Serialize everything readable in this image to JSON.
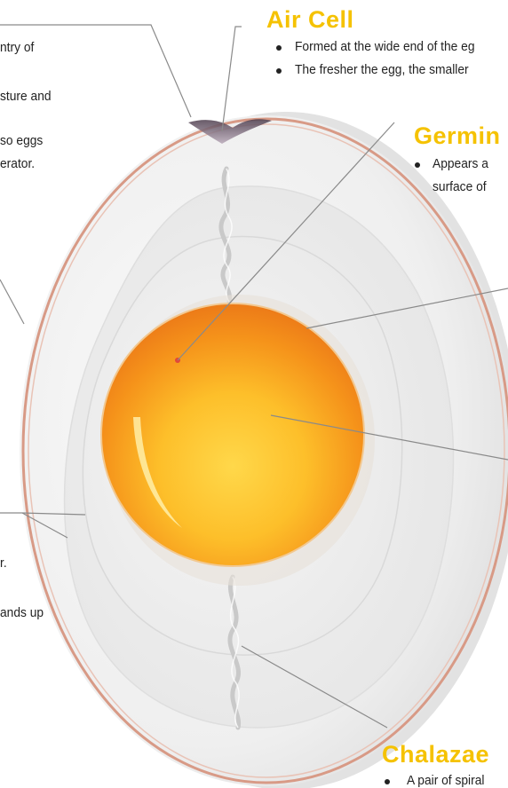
{
  "left_text": {
    "line1": "ntry of",
    "line2": "sture and",
    "line3": "so eggs",
    "line4": "erator.",
    "line5": "r.",
    "line6": "ands up"
  },
  "air_cell": {
    "title": "Air Cell",
    "bullets": [
      "Formed at the wide end of the eg",
      "The fresher the egg, the smaller"
    ]
  },
  "germinal_disc": {
    "title": "Germin",
    "bullet_line1": "Appears a",
    "bullet_line2": "surface of"
  },
  "chalazae": {
    "title": "Chalazae",
    "bullet": "A pair of spiral"
  },
  "colors": {
    "heading": "#f5c200",
    "text": "#222222",
    "yolk": "#f7a21b",
    "egg_white": "#ececec",
    "shell_edge": "#d89a86",
    "leader_line": "#8a8a8a"
  }
}
